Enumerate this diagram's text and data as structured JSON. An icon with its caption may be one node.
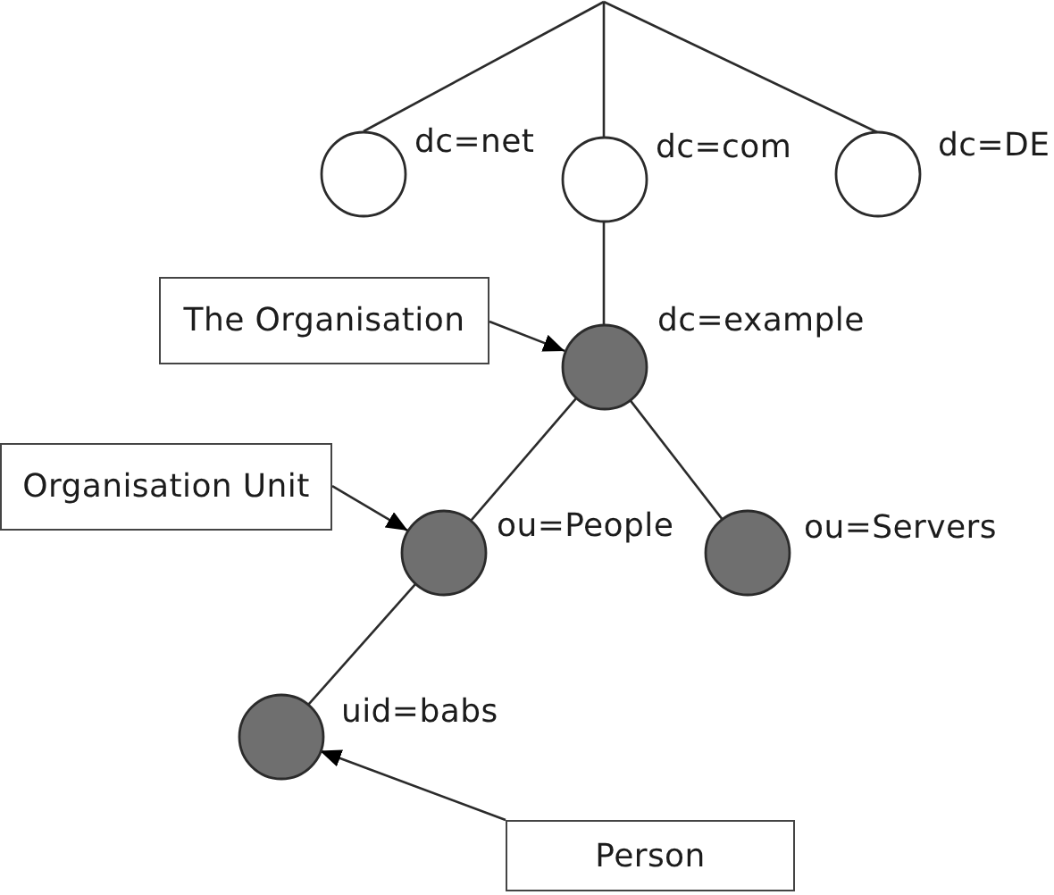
{
  "diagram": {
    "nodes": [
      {
        "text": [],
        "shape": "circle",
        "beside": [
          "dc=net"
        ]
      },
      {
        "text": [],
        "shape": "circle",
        "beside": [
          "dc=com"
        ]
      },
      {
        "text": [],
        "shape": "circle",
        "beside": [
          "dc=DE"
        ]
      },
      {
        "text": [
          "The Organisation"
        ]
      },
      {
        "text": [],
        "shape": "circle",
        "beside": [
          "dc=example"
        ]
      },
      {
        "text": [
          "Organisation Unit"
        ]
      },
      {
        "text": [],
        "shape": "circle",
        "beside": [
          "ou=People"
        ]
      },
      {
        "text": [],
        "shape": "circle",
        "beside": [
          "ou=Servers"
        ]
      },
      {
        "text": [],
        "shape": "circle",
        "beside": [
          "uid=babs"
        ]
      },
      {
        "text": [
          "Person"
        ]
      }
    ],
    "edges": [
      {
        "from": null,
        "to": 0,
        "arrow": "none"
      },
      {
        "from": null,
        "to": 1,
        "arrow": "none"
      },
      {
        "from": null,
        "to": 2,
        "arrow": "none"
      },
      {
        "from": 1,
        "to": 4,
        "arrow": "none"
      },
      {
        "from": 3,
        "to": 4,
        "arrow": "to"
      },
      {
        "from": 4,
        "to": 6,
        "arrow": "none"
      },
      {
        "from": 4,
        "to": 7,
        "arrow": "none"
      },
      {
        "from": 5,
        "to": 6,
        "arrow": "to"
      },
      {
        "from": 6,
        "to": 8,
        "arrow": "none"
      },
      {
        "from": 9,
        "to": 8,
        "arrow": "to"
      }
    ]
  }
}
